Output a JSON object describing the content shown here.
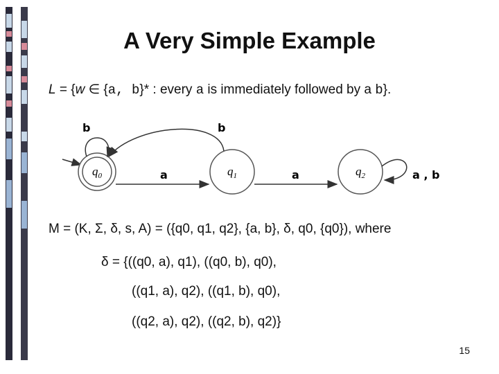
{
  "title": "A Very Simple Example",
  "language": {
    "prefix": "L = {",
    "w": "w",
    "elem": " ∈ {",
    "alphabet": "a, b",
    "closure": "}* : every ",
    "a1": "a",
    "middle": " is immediately followed by a ",
    "b1": "b",
    "end": "}."
  },
  "diagram": {
    "states": [
      "q0",
      "q1",
      "q2"
    ],
    "state_labels": [
      {
        "base": "q",
        "sub": "0"
      },
      {
        "base": "q",
        "sub": "1"
      },
      {
        "base": "q",
        "sub": "2"
      }
    ],
    "edges": [
      {
        "from": "q0",
        "to": "q0",
        "label": "b"
      },
      {
        "from": "q0",
        "to": "q1",
        "label": "a"
      },
      {
        "from": "q1",
        "to": "q0",
        "label": "b"
      },
      {
        "from": "q1",
        "to": "q2",
        "label": "a"
      },
      {
        "from": "q2",
        "to": "q2",
        "label": "a , b"
      }
    ],
    "start_state": "q0",
    "accepting_states": [
      "q0"
    ]
  },
  "machine": {
    "line1": "M = (K, Σ, δ, s, A) = ({q0, q1, q2}, {a, b}, δ, q0, {q0}), where",
    "delta_lines": [
      "δ = {((q0, a), q1), ((q0, b), q0),",
      "((q1, a), q2), ((q1, b), q0),",
      "((q2, a), q2), ((q2, b), q2)}"
    ]
  },
  "page_number": "15"
}
